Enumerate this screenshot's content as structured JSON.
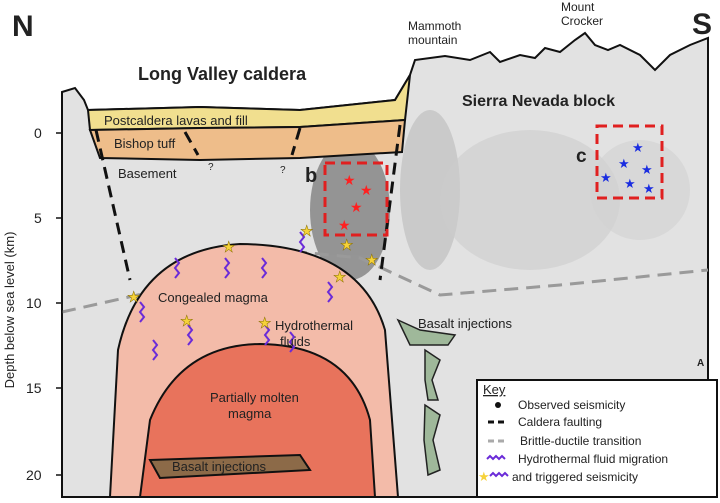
{
  "title": "Long Valley caldera",
  "compass": {
    "north": "N",
    "south": "S"
  },
  "peaks": {
    "mammoth": [
      "Mammoth",
      "mountain"
    ],
    "crocker": [
      "Mount",
      "Crocker"
    ]
  },
  "regions": {
    "sierra": "Sierra Nevada block",
    "postcaldera": "Postcaldera lavas and fill",
    "bishop": "Bishop tuff",
    "basement": "Basement",
    "question": "?",
    "congealed": "Congealed magma",
    "hydro": [
      "Hydrothermal",
      "fluids"
    ],
    "molten": [
      "Partially molten",
      "magma"
    ],
    "basalt_right": "Basalt injections",
    "basalt_bottom": "Basalt injections"
  },
  "boxes": {
    "b": "b",
    "c": "c"
  },
  "panel_label": "A",
  "axis": {
    "ylabel": "Depth below sea level (km)",
    "ticks": [
      "0",
      "5",
      "10",
      "15",
      "20"
    ]
  },
  "key": {
    "title": "Key",
    "items": [
      "Observed seismicity",
      "Caldera faulting",
      "Brittle-ductile transition",
      "Hydrothermal fluid migration",
      "and triggered seismicity"
    ]
  },
  "colors": {
    "ground": "#e2e2e2",
    "postcaldera": "#f1df8f",
    "bishop": "#eebd8a",
    "magma_outer": "#f3bba9",
    "magma_inner": "#e8735c",
    "basalt": "#8c6a48",
    "dike": "#9fb89a",
    "box": "#e02020",
    "star_red": "#ff2020",
    "star_blue": "#1a2de0",
    "hydro": "#6a2bd8",
    "star_yellow": "#f6d23a"
  }
}
